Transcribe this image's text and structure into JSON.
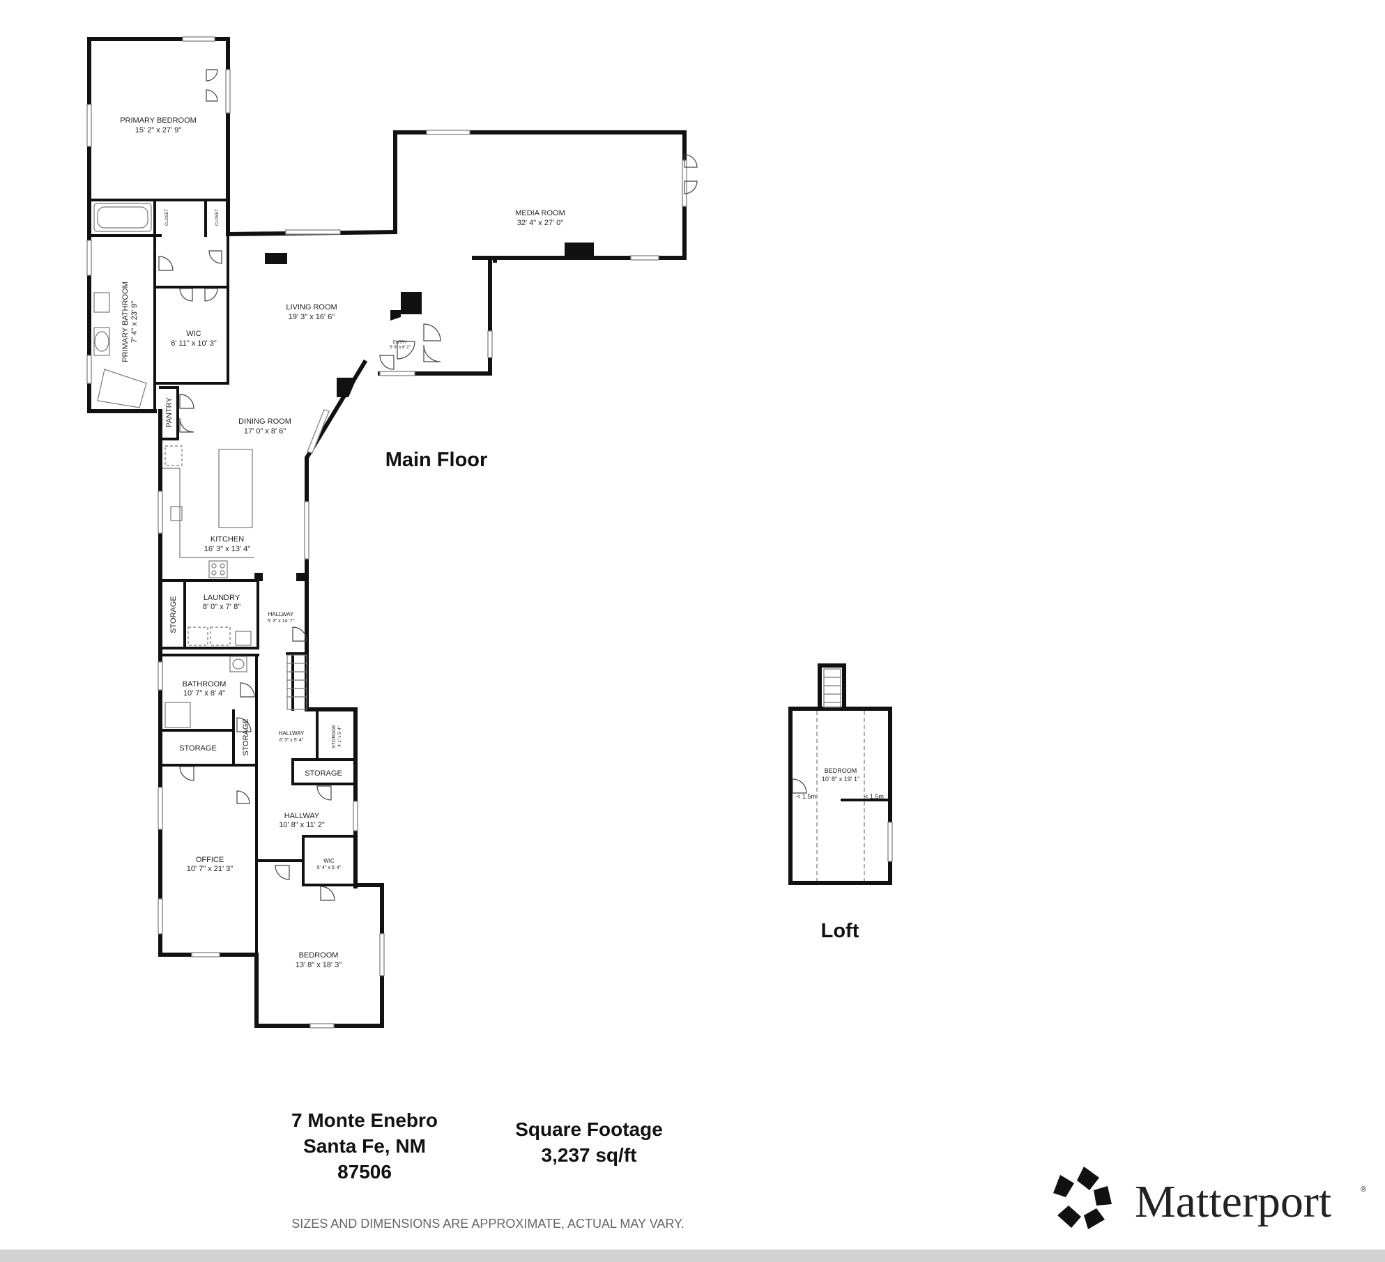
{
  "plan": {
    "main_floor_label": "Main Floor",
    "loft_label": "Loft",
    "rooms": {
      "primary_bedroom": {
        "name": "PRIMARY BEDROOM",
        "size": "15' 2\" x 27' 9\""
      },
      "closet_1": {
        "name": "CLOSET"
      },
      "closet_2": {
        "name": "CLOSET"
      },
      "primary_bathroom": {
        "name": "PRIMARY BATHROOM",
        "size": "7' 4\" x 23' 9\""
      },
      "wic_primary": {
        "name": "WIC",
        "size": "6' 11\" x 10' 3\""
      },
      "living_room": {
        "name": "LIVING ROOM",
        "size": "19' 3\" x 16' 6\""
      },
      "media_room": {
        "name": "MEDIA ROOM",
        "size": "32' 4\" x 27' 0\""
      },
      "entry": {
        "name": "ENTRY",
        "size": "5' 8\" x 6' 2\""
      },
      "pantry": {
        "name": "PANTRY"
      },
      "dining_room": {
        "name": "DINING ROOM",
        "size": "17' 0\" x 8' 6\""
      },
      "kitchen": {
        "name": "KITCHEN",
        "size": "16' 3\" x 13' 4\""
      },
      "storage_laundry": {
        "name": "STORAGE"
      },
      "laundry": {
        "name": "LAUNDRY",
        "size": "8' 0\" x 7' 8\""
      },
      "hallway_1": {
        "name": "HALLWAY",
        "size": "5' 3\" x 14' 7\""
      },
      "bathroom": {
        "name": "BATHROOM",
        "size": "10' 7\" x 8' 4\""
      },
      "storage_hall": {
        "name": "STORAGE"
      },
      "hallway_2": {
        "name": "HALLWAY",
        "size": "6' 3\" x 5' 4\""
      },
      "storage_small": {
        "name": "STORAGE",
        "size": "4' 1\" x 5' 4\""
      },
      "storage_bath": {
        "name": "STORAGE"
      },
      "storage_upper": {
        "name": "STORAGE"
      },
      "hallway_3": {
        "name": "HALLWAY",
        "size": "10' 8\" x 11' 2\""
      },
      "office": {
        "name": "OFFICE",
        "size": "10' 7\" x 21' 3\""
      },
      "wic_bedroom": {
        "name": "WIC",
        "size": "5' 4\" x 5' 4\""
      },
      "bedroom": {
        "name": "BEDROOM",
        "size": "13' 8\" x 18' 3\""
      },
      "loft_bedroom": {
        "name": "BEDROOM",
        "size": "10' 8\" x 19' 1\""
      },
      "loft_height_left": {
        "name": "< 1.5m"
      },
      "loft_height_right": {
        "name": "< 1.5m"
      }
    }
  },
  "address": {
    "line1": "7 Monte Enebro",
    "line2": "Santa Fe, NM",
    "line3": "87506"
  },
  "square_footage": {
    "title": "Square Footage",
    "value": "3,237 sq/ft"
  },
  "disclaimer": "SIZES AND DIMENSIONS ARE APPROXIMATE, ACTUAL MAY VARY.",
  "brand": {
    "name": "Matterport",
    "registered": "®",
    "logo_icon": "matterport-logo-icon"
  }
}
